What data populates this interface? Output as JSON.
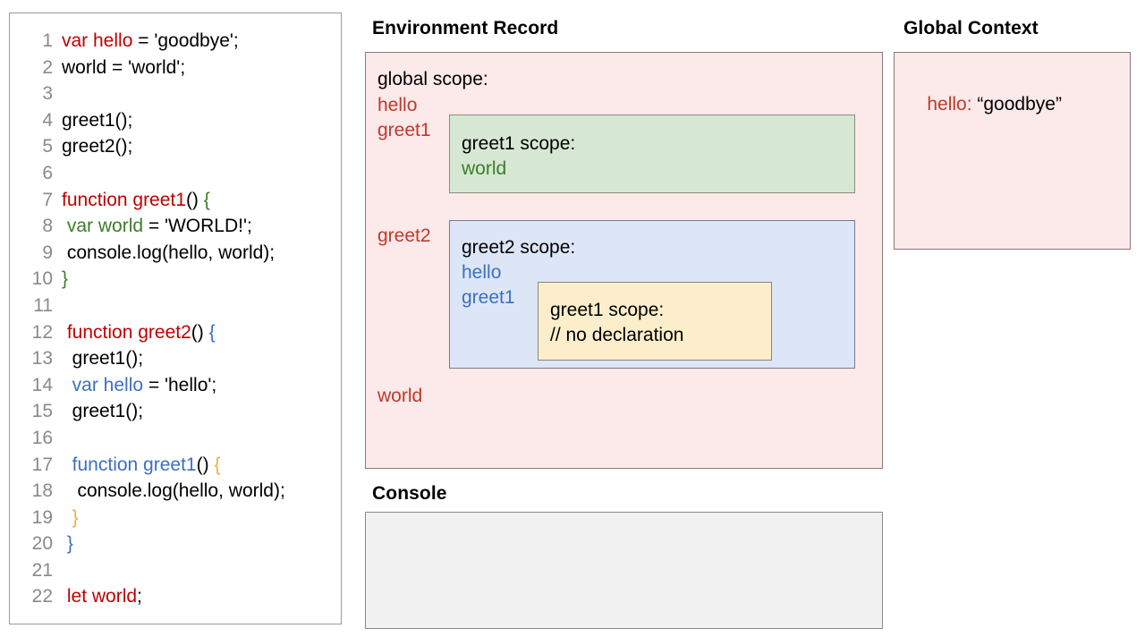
{
  "code_panel": {
    "name": "javascript-source",
    "lines": [
      {
        "num": "1",
        "tokens": [
          {
            "t": "var hello",
            "c": "red"
          },
          {
            "t": " = 'goodbye';",
            "c": "black"
          }
        ]
      },
      {
        "num": "2",
        "tokens": [
          {
            "t": "world = 'world';",
            "c": "black"
          }
        ]
      },
      {
        "num": "3",
        "tokens": [
          {
            "t": "",
            "c": "black"
          }
        ]
      },
      {
        "num": "4",
        "tokens": [
          {
            "t": "greet1();",
            "c": "black"
          }
        ]
      },
      {
        "num": "5",
        "tokens": [
          {
            "t": "greet2();",
            "c": "black"
          }
        ]
      },
      {
        "num": "6",
        "tokens": [
          {
            "t": "",
            "c": "black"
          }
        ]
      },
      {
        "num": "7",
        "tokens": [
          {
            "t": "function greet1",
            "c": "red"
          },
          {
            "t": "() ",
            "c": "black"
          },
          {
            "t": "{",
            "c": "green"
          }
        ]
      },
      {
        "num": "8",
        "tokens": [
          {
            "t": " ",
            "c": "black"
          },
          {
            "t": "var world",
            "c": "green"
          },
          {
            "t": " = 'WORLD!';",
            "c": "black"
          }
        ]
      },
      {
        "num": "9",
        "tokens": [
          {
            "t": " console.log(hello, world);",
            "c": "black"
          }
        ]
      },
      {
        "num": "10",
        "tokens": [
          {
            "t": "}",
            "c": "green"
          }
        ]
      },
      {
        "num": "11",
        "tokens": [
          {
            "t": "",
            "c": "black"
          }
        ]
      },
      {
        "num": "12",
        "tokens": [
          {
            "t": " ",
            "c": "black"
          },
          {
            "t": "function greet2",
            "c": "red"
          },
          {
            "t": "() ",
            "c": "black"
          },
          {
            "t": "{",
            "c": "blue"
          }
        ]
      },
      {
        "num": "13",
        "tokens": [
          {
            "t": "  greet1();",
            "c": "black"
          }
        ]
      },
      {
        "num": "14",
        "tokens": [
          {
            "t": "  ",
            "c": "black"
          },
          {
            "t": "var hello",
            "c": "blue"
          },
          {
            "t": " = 'hello';",
            "c": "black"
          }
        ]
      },
      {
        "num": "15",
        "tokens": [
          {
            "t": "  greet1();",
            "c": "black"
          }
        ]
      },
      {
        "num": "16",
        "tokens": [
          {
            "t": "",
            "c": "black"
          }
        ]
      },
      {
        "num": "17",
        "tokens": [
          {
            "t": "  ",
            "c": "black"
          },
          {
            "t": "function greet1",
            "c": "blue"
          },
          {
            "t": "() ",
            "c": "black"
          },
          {
            "t": "{",
            "c": "gold"
          }
        ]
      },
      {
        "num": "18",
        "tokens": [
          {
            "t": "   console.log(hello, world);",
            "c": "black"
          }
        ]
      },
      {
        "num": "19",
        "tokens": [
          {
            "t": "  ",
            "c": "black"
          },
          {
            "t": "}",
            "c": "gold"
          }
        ]
      },
      {
        "num": "20",
        "tokens": [
          {
            "t": " ",
            "c": "black"
          },
          {
            "t": "}",
            "c": "blue"
          }
        ]
      },
      {
        "num": "21",
        "tokens": [
          {
            "t": "",
            "c": "black"
          }
        ]
      },
      {
        "num": "22",
        "tokens": [
          {
            "t": " ",
            "c": "black"
          },
          {
            "t": "let world",
            "c": "red"
          },
          {
            "t": ";",
            "c": "black"
          }
        ]
      }
    ]
  },
  "environment_record": {
    "title": "Environment Record",
    "global_scope": {
      "label": "global scope:",
      "variables": [
        "hello",
        "greet1",
        "greet2",
        "world"
      ]
    },
    "greet1_scope": {
      "label": "greet1 scope:",
      "variables": [
        "world"
      ]
    },
    "greet2_scope": {
      "label": "greet2 scope:",
      "variables": [
        "hello",
        "greet1"
      ]
    },
    "greet1_nested_scope": {
      "label": "greet1 scope:",
      "note": "// no declaration"
    }
  },
  "console": {
    "title": "Console",
    "output": ""
  },
  "global_context": {
    "title": "Global Context",
    "entries": [
      {
        "key": "hello:",
        "value": " “goodbye”"
      }
    ]
  },
  "colors": {
    "red": "#c00000",
    "green": "#3c7d29",
    "blue": "#3d6fc4",
    "gold": "#e8b23c",
    "pink_panel": "#fce9e9",
    "green_panel": "#d6e8d3",
    "blue_panel": "#dce6f6",
    "yellow_panel": "#fdeecb",
    "console_panel": "#f1f1f1",
    "line_number": "#8a8a8a"
  }
}
